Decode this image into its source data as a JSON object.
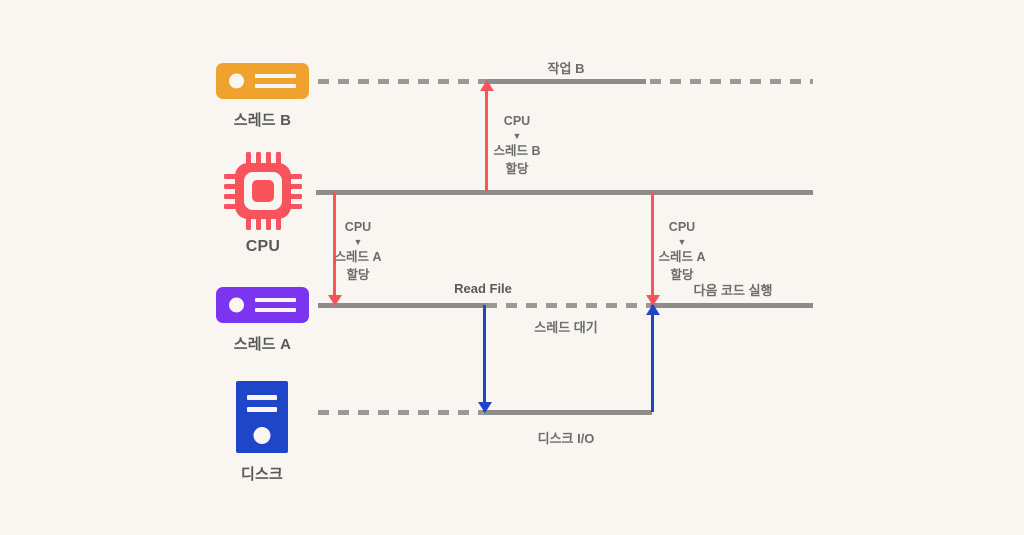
{
  "diagram": {
    "title_hidden": "",
    "background_color": "#F9F6F1",
    "line_color": "#8D8C8A",
    "accent_red": "#F9535B",
    "accent_blue": "#1F46C8",
    "accent_orange": "#F0A22E",
    "accent_purple": "#7B34F0"
  },
  "nodes": [
    {
      "id": "thread-b",
      "label": "스레드 B",
      "icon": "server-icon",
      "color": "#F0A22E"
    },
    {
      "id": "cpu",
      "label": "CPU",
      "icon": "cpu-chip-icon",
      "color": "#F9535B"
    },
    {
      "id": "thread-a",
      "label": "스레드 A",
      "icon": "server-icon",
      "color": "#7B34F0"
    },
    {
      "id": "disk",
      "label": "디스크",
      "icon": "disk-icon",
      "color": "#1F46C8"
    }
  ],
  "timeline_labels": {
    "task_b": "작업 B",
    "read_file": "Read File",
    "thread_wait": "스레드 대기",
    "disk_io": "디스크 I/O",
    "next_code": "다음 코드 실행"
  },
  "transitions": [
    {
      "id": "cpu-to-thread-a-first",
      "direction": "down",
      "color": "#F9535B",
      "lines": [
        "CPU",
        "▼",
        "스레드 A",
        "할당"
      ]
    },
    {
      "id": "cpu-to-thread-b",
      "direction": "up",
      "color": "#F9535B",
      "lines": [
        "CPU",
        "▼",
        "스레드 B",
        "할당"
      ]
    },
    {
      "id": "cpu-to-thread-a-second",
      "direction": "down",
      "color": "#F9535B",
      "lines": [
        "CPU",
        "▼",
        "스레드 A",
        "할당"
      ]
    },
    {
      "id": "thread-a-to-disk",
      "direction": "down",
      "color": "#1F46C8",
      "lines": []
    },
    {
      "id": "disk-to-thread-a",
      "direction": "up",
      "color": "#1F46C8",
      "lines": []
    }
  ]
}
